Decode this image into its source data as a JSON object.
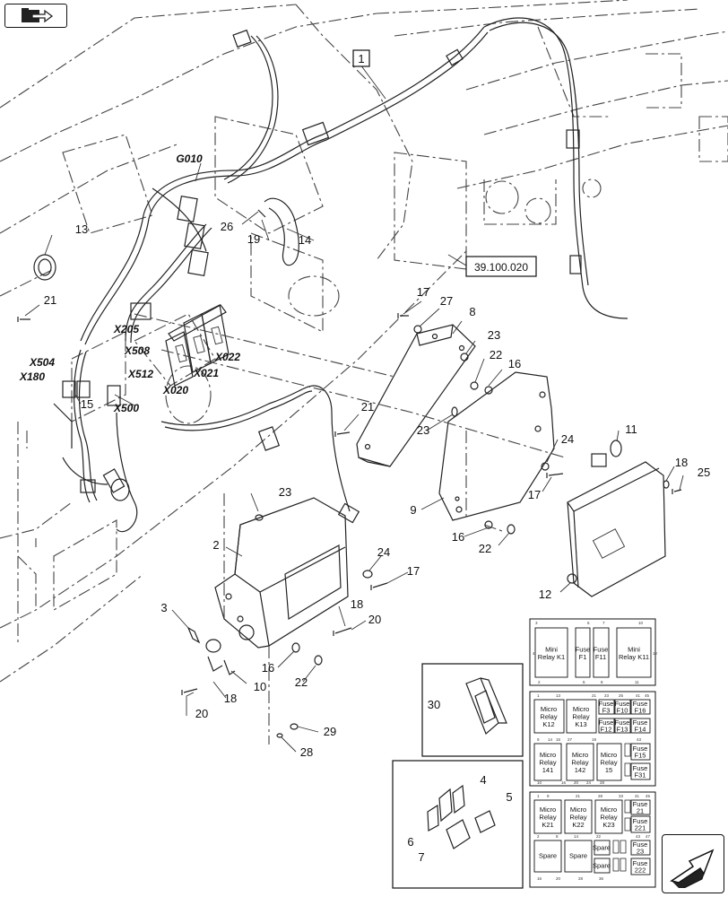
{
  "callouts": [
    {
      "id": "c1",
      "text": "1"
    },
    {
      "id": "c2",
      "text": "2"
    },
    {
      "id": "c3",
      "text": "3"
    },
    {
      "id": "c4",
      "text": "4"
    },
    {
      "id": "c5",
      "text": "5"
    },
    {
      "id": "c6",
      "text": "6"
    },
    {
      "id": "c7",
      "text": "7"
    },
    {
      "id": "c8",
      "text": "8"
    },
    {
      "id": "c9",
      "text": "9"
    },
    {
      "id": "c10",
      "text": "10"
    },
    {
      "id": "c11",
      "text": "11"
    },
    {
      "id": "c12",
      "text": "12"
    },
    {
      "id": "c13",
      "text": "13"
    },
    {
      "id": "c14",
      "text": "14"
    },
    {
      "id": "c15",
      "text": "15"
    },
    {
      "id": "c16a",
      "text": "16"
    },
    {
      "id": "c16b",
      "text": "16"
    },
    {
      "id": "c16c",
      "text": "16"
    },
    {
      "id": "c17a",
      "text": "17"
    },
    {
      "id": "c17b",
      "text": "17"
    },
    {
      "id": "c17c",
      "text": "17"
    },
    {
      "id": "c18a",
      "text": "18"
    },
    {
      "id": "c18b",
      "text": "18"
    },
    {
      "id": "c18c",
      "text": "18"
    },
    {
      "id": "c19",
      "text": "19"
    },
    {
      "id": "c20a",
      "text": "20"
    },
    {
      "id": "c20b",
      "text": "20"
    },
    {
      "id": "c21a",
      "text": "21"
    },
    {
      "id": "c21b",
      "text": "21"
    },
    {
      "id": "c22a",
      "text": "22"
    },
    {
      "id": "c22b",
      "text": "22"
    },
    {
      "id": "c22c",
      "text": "22"
    },
    {
      "id": "c23a",
      "text": "23"
    },
    {
      "id": "c23b",
      "text": "23"
    },
    {
      "id": "c23c",
      "text": "23"
    },
    {
      "id": "c24a",
      "text": "24"
    },
    {
      "id": "c24b",
      "text": "24"
    },
    {
      "id": "c25",
      "text": "25"
    },
    {
      "id": "c26",
      "text": "26"
    },
    {
      "id": "c27",
      "text": "27"
    },
    {
      "id": "c28",
      "text": "28"
    },
    {
      "id": "c29",
      "text": "29"
    },
    {
      "id": "c30",
      "text": "30"
    }
  ],
  "connectors": [
    {
      "id": "G010",
      "text": "G010"
    },
    {
      "id": "X205",
      "text": "X205"
    },
    {
      "id": "X508",
      "text": "X508"
    },
    {
      "id": "X512",
      "text": "X512"
    },
    {
      "id": "X504",
      "text": "X504"
    },
    {
      "id": "X180",
      "text": "X180"
    },
    {
      "id": "X500",
      "text": "X500"
    },
    {
      "id": "X020",
      "text": "X020"
    },
    {
      "id": "X021",
      "text": "X021"
    },
    {
      "id": "X022",
      "text": "X022"
    }
  ],
  "reference": {
    "text": "39.100.020"
  },
  "fuse_panel": {
    "top": {
      "cells": [
        "Mini\nRelay K1",
        "Fuse\nF1",
        "Fuse\nF11",
        "Mini\nRelay K11"
      ]
    },
    "middle": {
      "relays": [
        "Micro\nRelay\nK12",
        "Micro\nRelay\nK13",
        "Micro\nRelay\n141",
        "Micro\nRelay\n142",
        "Micro\nRelay\n15"
      ],
      "fuses": [
        "Fuse\nF3",
        "Fuse\nF10",
        "Fuse\nF16",
        "Fuse\nF12",
        "Fuse\nF13",
        "Fuse\nF14",
        "Fuse\nF15",
        "Fuse\nF31"
      ]
    },
    "bottom": {
      "relays": [
        "Micro\nRelay\nK21",
        "Micro\nRelay\nK22",
        "Micro\nRelay\nK23"
      ],
      "fuses": [
        "Fuse\n21",
        "Fuse\n221",
        "Fuse\n23",
        "Fuse\n222"
      ],
      "spares": [
        "Spare",
        "Spare",
        "Spare",
        "Spare"
      ]
    }
  },
  "icons": {
    "top_nav": "folder-arrow-icon",
    "bottom_nav": "next-page-arrow-icon"
  }
}
